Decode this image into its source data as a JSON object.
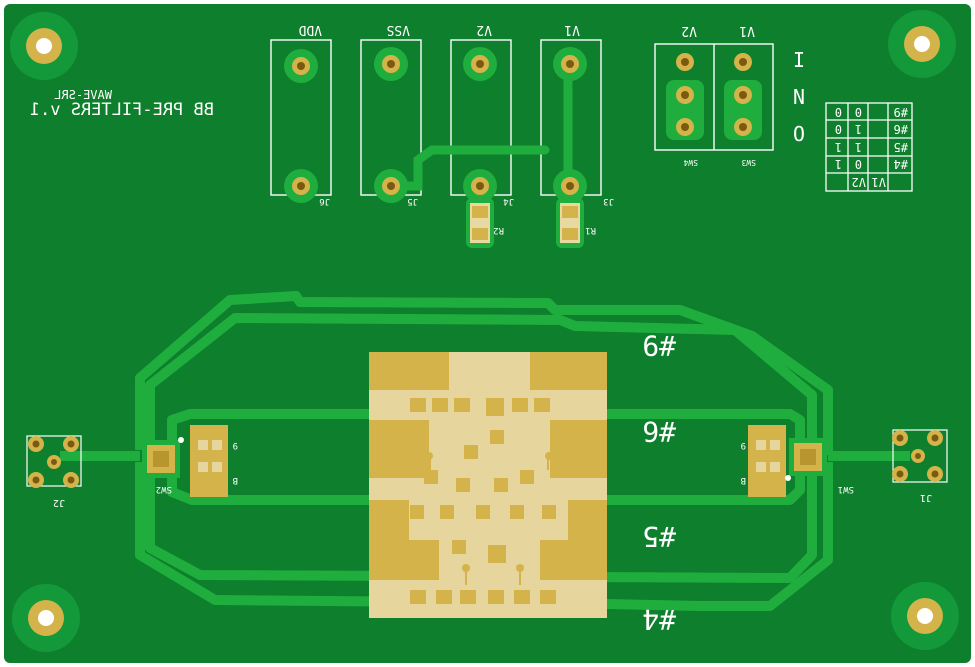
{
  "board": {
    "title": "BB PRE-FILTERS v.1",
    "maker": "WAVE-SRL",
    "supplies": [
      "VDD",
      "VSS",
      "V2",
      "V1"
    ],
    "connectors": [
      "J6",
      "J5",
      "J4",
      "J3",
      "J2",
      "J1"
    ],
    "resistors": [
      "R2",
      "R1"
    ],
    "switches": [
      "SW4",
      "SW3",
      "SW2",
      "SW1"
    ],
    "sw_headers": [
      "V2",
      "V1"
    ],
    "io_labels": [
      "I",
      "N",
      "O"
    ],
    "filter_labels": [
      "#9",
      "#6",
      "#5",
      "#4"
    ],
    "side_labels": [
      "9",
      "B",
      "9",
      "B"
    ],
    "truth_table": {
      "header": [
        "V1",
        "V2",
        ""
      ],
      "rows": [
        [
          "0",
          "0",
          "#9"
        ],
        [
          "1",
          "0",
          "#6"
        ],
        [
          "1",
          "1",
          "#5"
        ],
        [
          "0",
          "1",
          "#4"
        ]
      ]
    },
    "colors": {
      "substrate": "#0e7f2c",
      "copper": "#1fae3e",
      "gold": "#d4b34a",
      "silk": "#ffffff",
      "mount": "#0b6e25"
    }
  }
}
